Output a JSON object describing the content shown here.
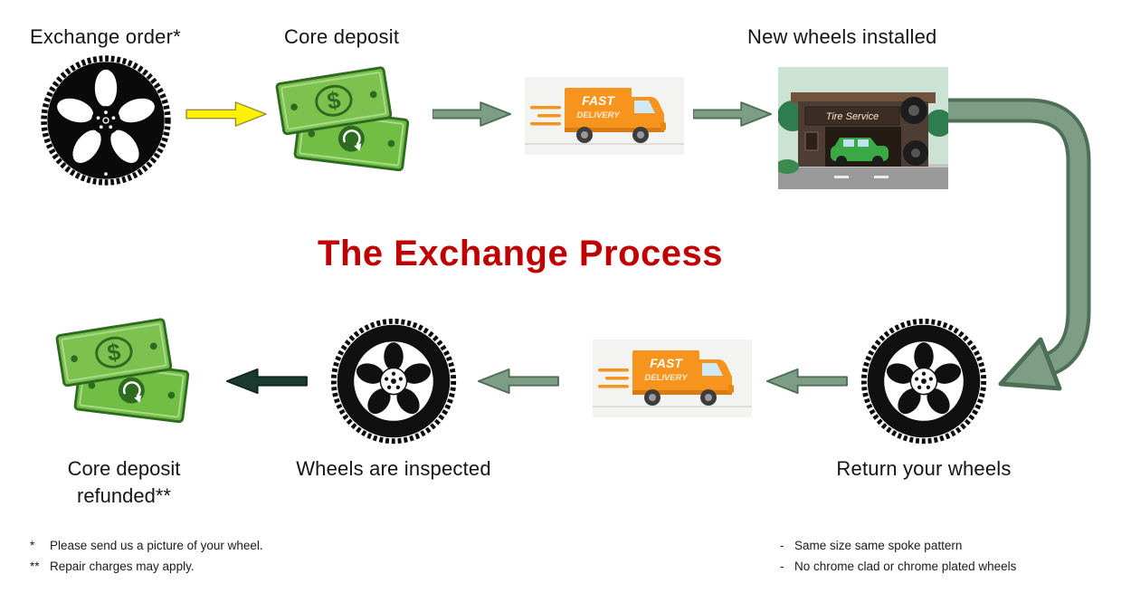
{
  "title": {
    "text": "The Exchange Process"
  },
  "steps": {
    "exchange_order": {
      "label": "Exchange order*"
    },
    "core_deposit": {
      "label": "Core deposit"
    },
    "new_wheels": {
      "label": "New wheels installed"
    },
    "return_wheels": {
      "label": "Return your wheels"
    },
    "inspection": {
      "label": "Wheels are inspected"
    },
    "refund": {
      "label_line1": "Core deposit",
      "label_line2": "refunded**"
    }
  },
  "money": {
    "symbol": "$"
  },
  "truck": {
    "line1": "FAST",
    "line2": "DELIVERY"
  },
  "shop": {
    "sign": "Tire Service"
  },
  "footnotes": {
    "left": [
      {
        "marker": "*",
        "text": "Please send us a picture of your wheel."
      },
      {
        "marker": "**",
        "text": "Repair charges may apply."
      }
    ],
    "right": [
      {
        "marker": "-",
        "text": "Same size same spoke pattern"
      },
      {
        "marker": "-",
        "text": "No chrome clad or chrome plated wheels"
      }
    ]
  },
  "colors": {
    "title_red": "#C00000",
    "arrow_yellow": "#FFF100",
    "arrow_green": "#7E9D85",
    "arrow_green_border": "#4E6E58",
    "arrow_dark": "#1C3A2F",
    "money_green": "#72BE44",
    "money_dark_green": "#2E6B21",
    "truck_orange": "#F7941D",
    "tire_black": "#0a0a0a"
  }
}
